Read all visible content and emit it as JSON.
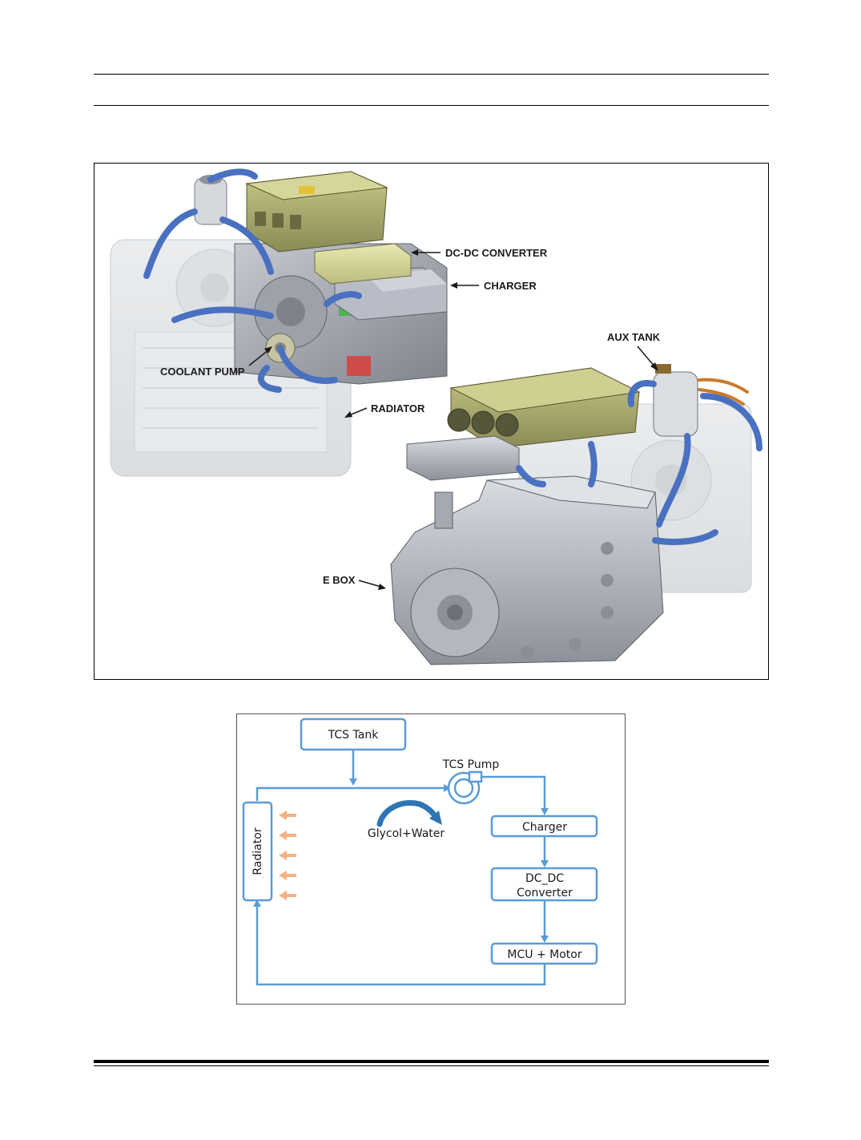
{
  "figure": {
    "labels": {
      "dcdc_converter": "DC-DC CONVERTER",
      "charger": "CHARGER",
      "aux_tank": "AUX TANK",
      "coolant_pump": "COOLANT PUMP",
      "radiator": "RADIATOR",
      "e_box": "E BOX"
    }
  },
  "diagram": {
    "tcs_tank": "TCS Tank",
    "tcs_pump": "TCS Pump",
    "glycol_water": "Glycol+Water",
    "charger": "Charger",
    "dcdc_line1": "DC_DC",
    "dcdc_line2": "Converter",
    "mcu_motor": "MCU + Motor",
    "radiator": "Radiator",
    "colors": {
      "flow": "#5b9bd5",
      "airflow": "#f4b183"
    }
  }
}
